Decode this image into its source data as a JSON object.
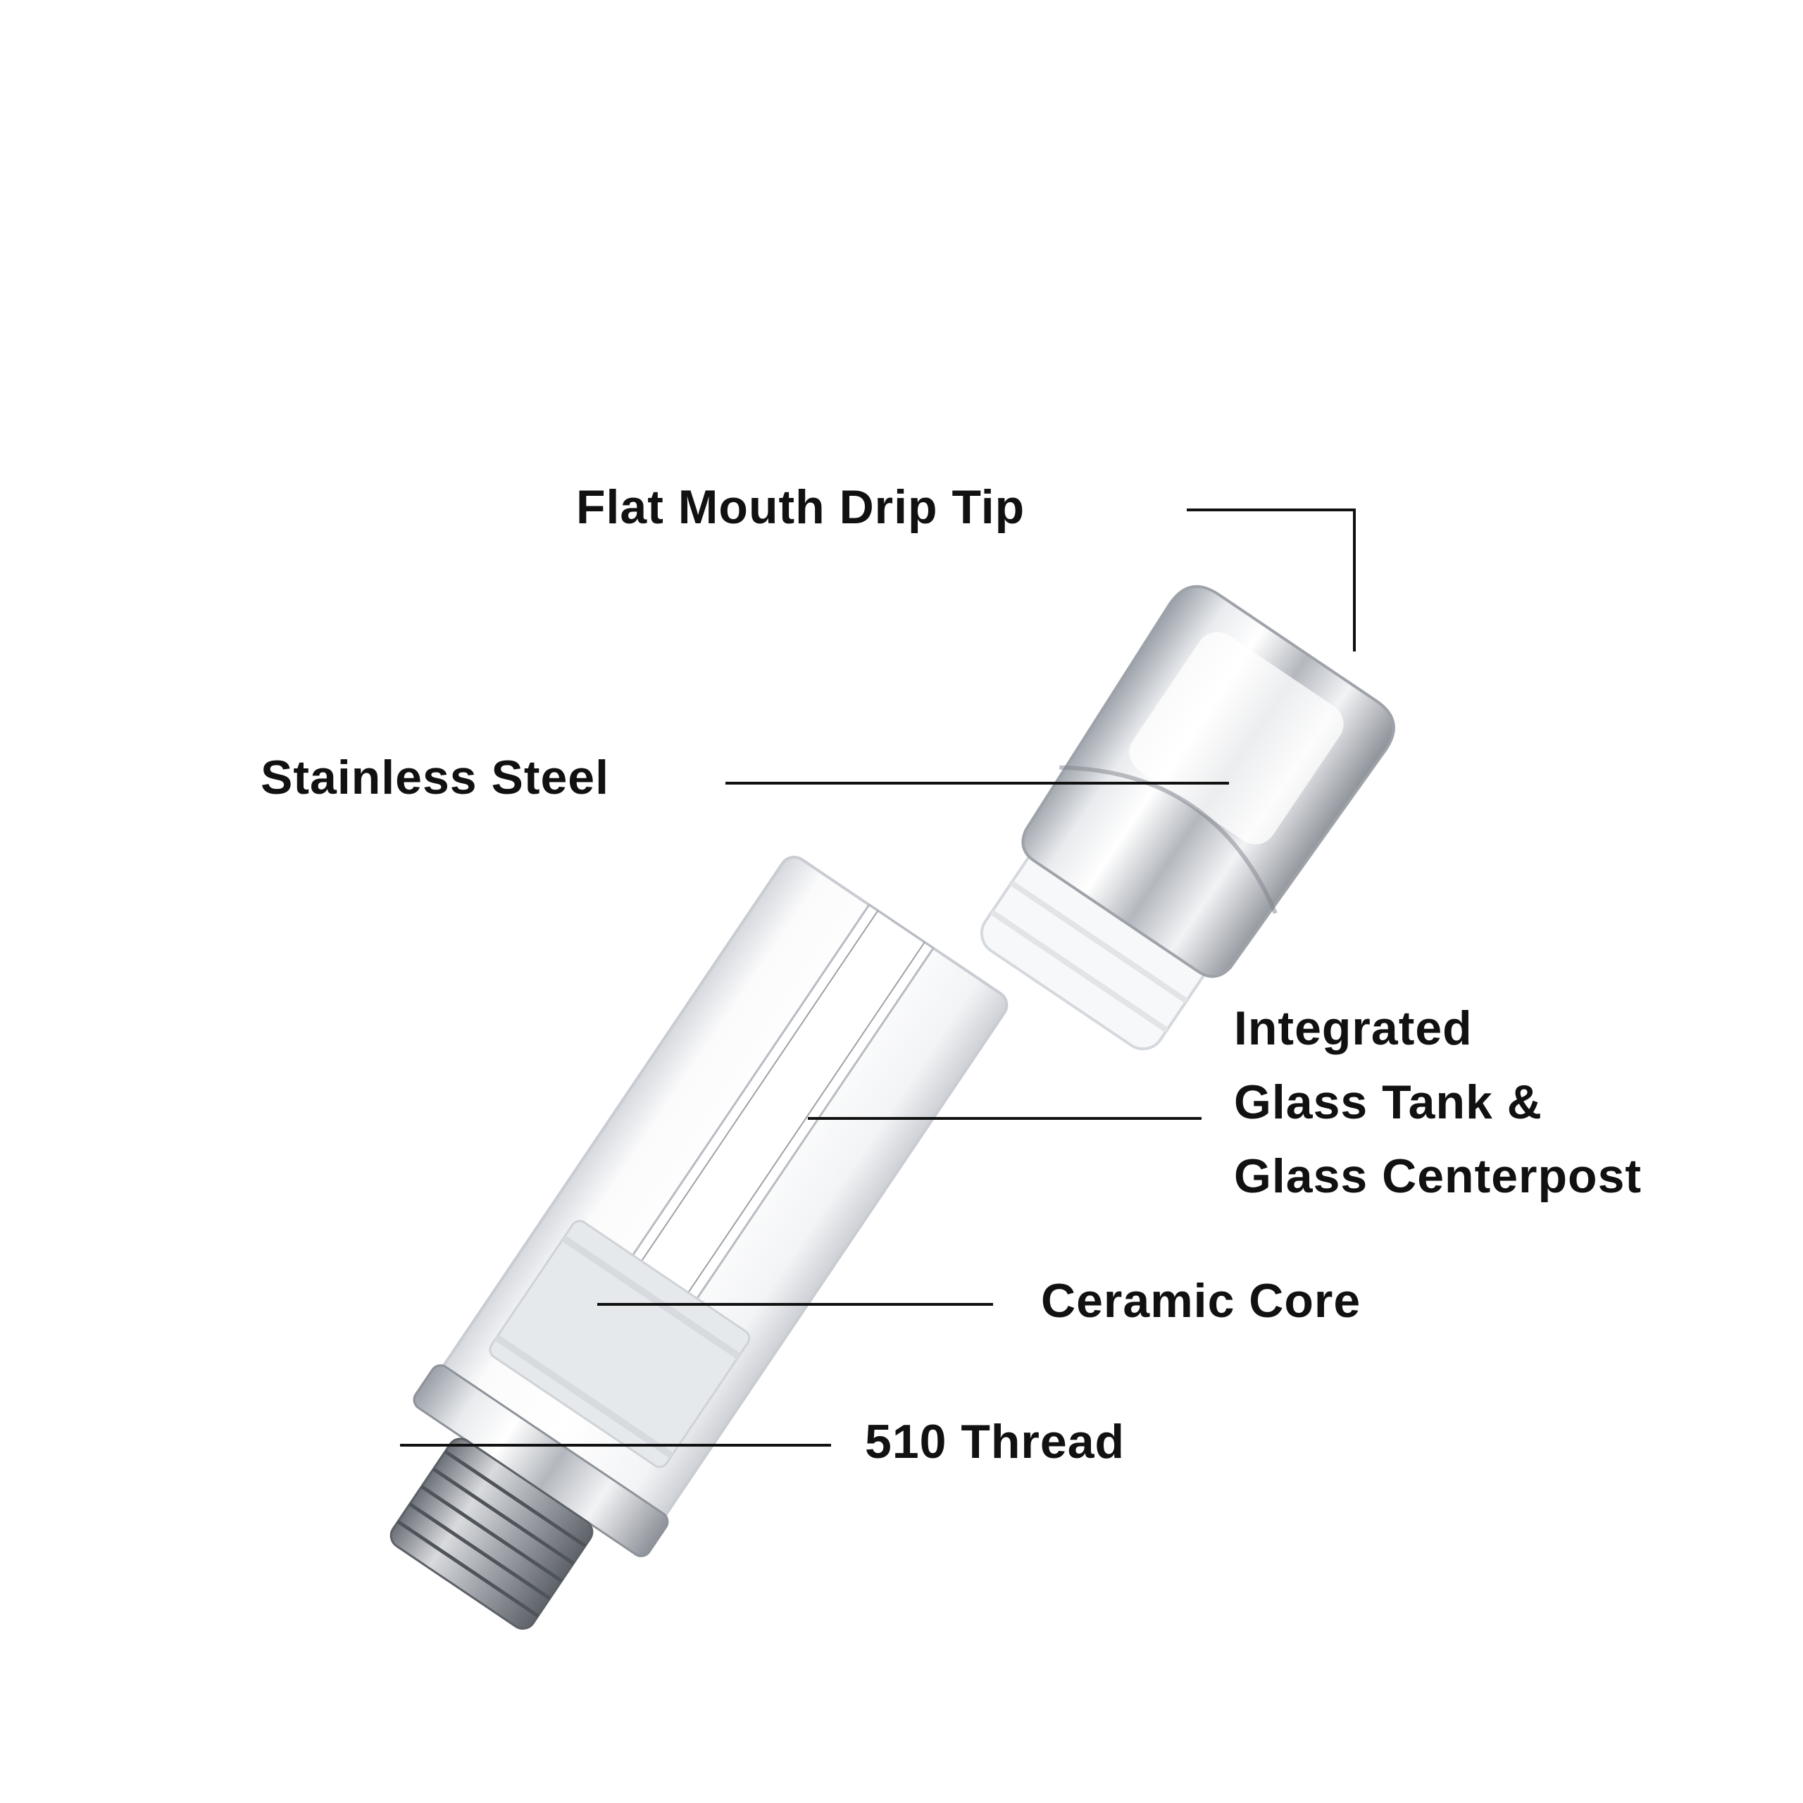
{
  "labels": {
    "drip_tip": "Flat Mouth Drip Tip",
    "material": "Stainless Steel",
    "tank_line1": "Integrated",
    "tank_line2": "Glass Tank &",
    "tank_line3": "Glass Centerpost",
    "core": "Ceramic Core",
    "thread": "510 Thread"
  },
  "colors": {
    "text": "#111111",
    "leader": "#111111",
    "steel_light": "#f4f5f7",
    "steel_dark": "#8c9097",
    "glass_edge": "#c9ccd2",
    "core": "#e6e9ec"
  }
}
